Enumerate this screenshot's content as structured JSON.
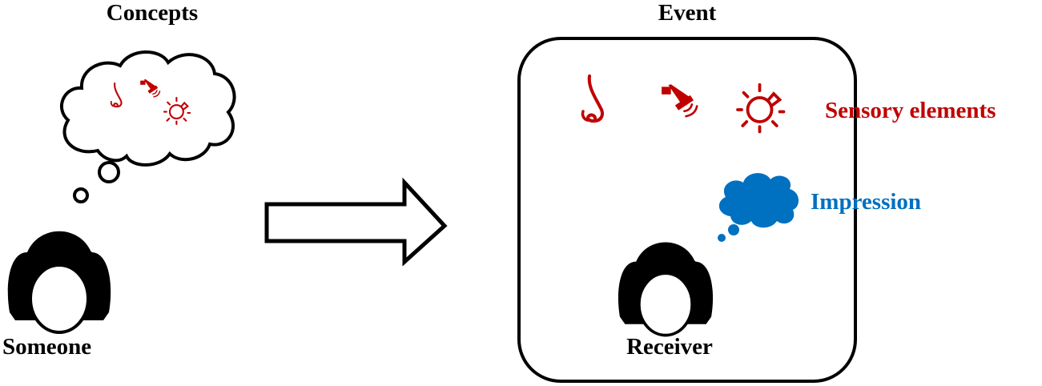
{
  "labels": {
    "concepts": "Concepts",
    "event": "Event",
    "someone": "Someone",
    "receiver": "Receiver",
    "sensory_elements": "Sensory elements",
    "impression": "Impression"
  },
  "colors": {
    "sensory": "#c00000",
    "impression": "#0070c0",
    "ink": "#000000"
  },
  "icons": [
    "nose-icon",
    "speaker-icon",
    "light-bulb-icon"
  ]
}
